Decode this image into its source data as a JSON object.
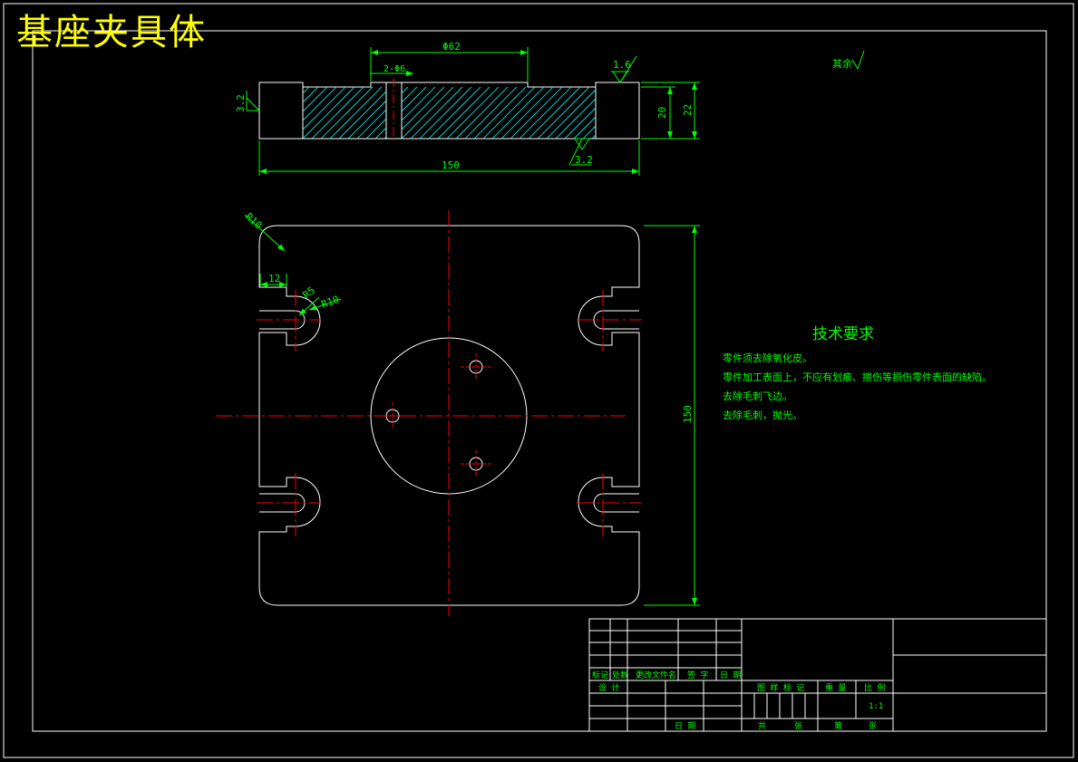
{
  "title": "基座夹具体",
  "colors": {
    "background": "#000000",
    "outline": "#ffffff",
    "dimension": "#00ff00",
    "centerline": "#ff0000",
    "hatch": "#00ffff",
    "title": "#ffff00"
  },
  "section_view": {
    "dims": {
      "top_width": "Φ62",
      "slot": "2-Φ6",
      "overall_width": "150",
      "height_inner": "20",
      "height_outer": "22"
    },
    "roughness": {
      "left": "3.2",
      "top": "1.6",
      "bottom": "3.2",
      "rest": "其余"
    }
  },
  "plan_view": {
    "dims": {
      "corner_radius": "R10",
      "slot_offset": "12",
      "slot_r1": "R5",
      "slot_r2": "R10",
      "height": "150"
    }
  },
  "tech_requirements": {
    "heading": "技术要求",
    "items": [
      "零件须去除氧化皮。",
      "零件加工表面上，不应有划痕、擦伤等损伤零件表面的缺陷。",
      "去除毛刺飞边。",
      "去除毛刺，抛光。"
    ]
  },
  "title_block": {
    "header": [
      "标记",
      "处数",
      "更改文件名",
      "签 字",
      "日 期"
    ],
    "design": "设 计",
    "date": "日 期",
    "stage_headers": [
      "图 样 标 记",
      "重 量",
      "比 例"
    ],
    "scale": "1:1",
    "sheet_total": "共",
    "sheet_label": "张",
    "sheet_no": "第",
    "sheet_no_label": "张"
  }
}
